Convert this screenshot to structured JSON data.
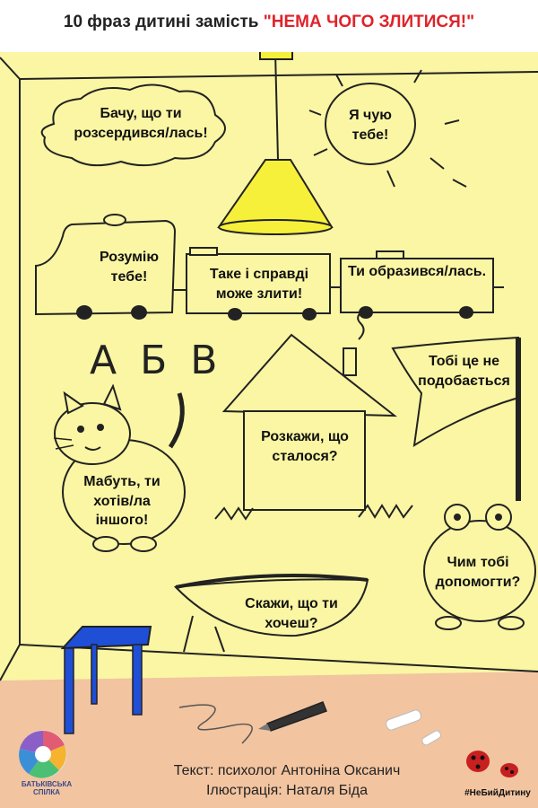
{
  "title": {
    "prefix": "10 фраз дитині замість",
    "highlight": "\"НЕМА ЧОГО ЗЛИТИСЯ!\""
  },
  "phrases": {
    "cloud": "Бачу, що ти розсердився/лась!",
    "sun": "Я чую тебе!",
    "car": "Розумію тебе!",
    "wagon1": "Таке і справді може злити!",
    "wagon2": "Ти образився/лась.",
    "flag": "Тобі це не подобається",
    "house": "Розкажи, що сталося?",
    "cat": "Мабуть, ти хотів/ла іншого!",
    "frog": "Чим тобі допомогти?",
    "boat": "Скажи, що ти хочеш?"
  },
  "letters": "А Б В",
  "credits": {
    "text": "Текст: психолог Антоніна Оксанич",
    "illustration": "Ілюстрація: Наталя Біда"
  },
  "logo": {
    "name_line1": "БАТЬКІВСЬКА",
    "name_line2": "СПІЛКА"
  },
  "hashtag": "#НеБийДитину",
  "colors": {
    "wall": "#fbf6a3",
    "floor": "#f2c4a0",
    "lamp": "#f7f03a",
    "table": "#1f4fd6",
    "accent_red": "#e0232b",
    "ladybug": "#c81f1f"
  }
}
